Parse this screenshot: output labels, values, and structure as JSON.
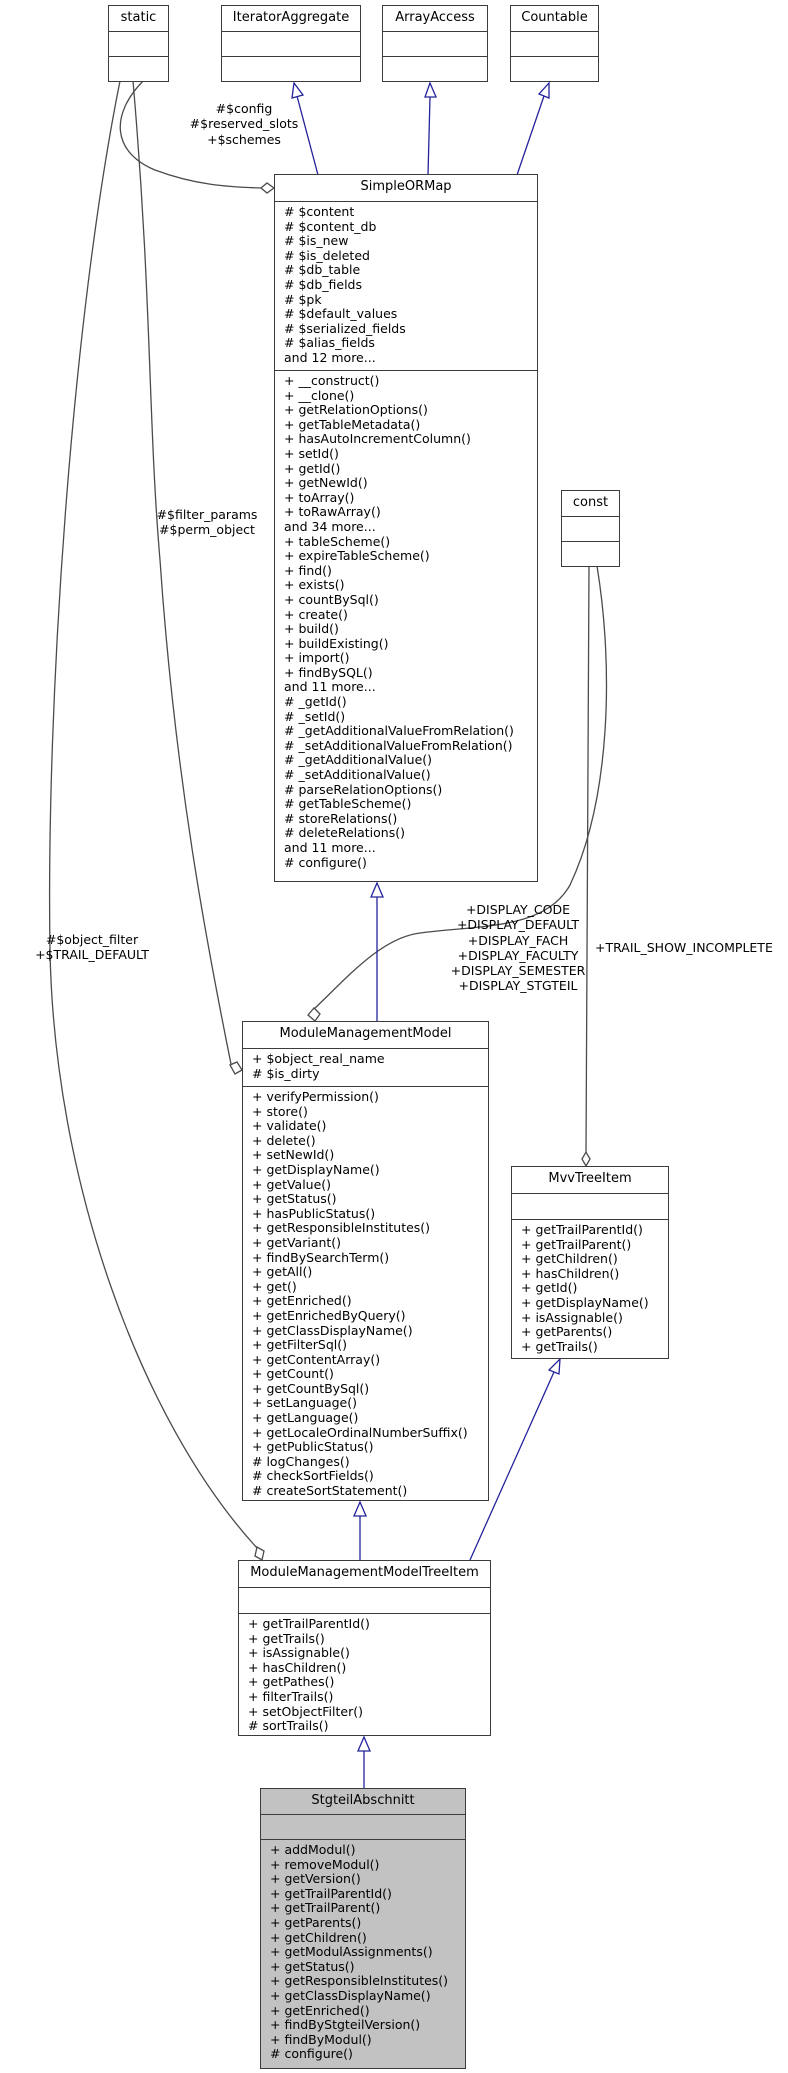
{
  "diagram_title": "UML class diagram",
  "colors": {
    "class_fill": "#ffffff",
    "focus_class_fill": "#c2c2c2",
    "class_border": "#3c3c3c",
    "inheritance_edge": "#23239b",
    "usage_edge": "#4b4b4b",
    "text": "#000000"
  },
  "classes": {
    "static": {
      "title": "static",
      "attributes": [],
      "methods": []
    },
    "iteratoraggregate": {
      "title": "IteratorAggregate",
      "attributes": [],
      "methods": []
    },
    "arrayaccess": {
      "title": "ArrayAccess",
      "attributes": [],
      "methods": []
    },
    "countable": {
      "title": "Countable",
      "attributes": [],
      "methods": []
    },
    "const": {
      "title": "const",
      "attributes": [],
      "methods": []
    },
    "simpleormap": {
      "title": "SimpleORMap",
      "attributes": [
        "# $content",
        "# $content_db",
        "# $is_new",
        "# $is_deleted",
        "# $db_table",
        "# $db_fields",
        "# $pk",
        "# $default_values",
        "# $serialized_fields",
        "# $alias_fields",
        "and 12 more..."
      ],
      "methods": [
        "+ __construct()",
        "+ __clone()",
        "+ getRelationOptions()",
        "+ getTableMetadata()",
        "+ hasAutoIncrementColumn()",
        "+ setId()",
        "+ getId()",
        "+ getNewId()",
        "+ toArray()",
        "+ toRawArray()",
        "and 34 more...",
        "+ tableScheme()",
        "+ expireTableScheme()",
        "+ find()",
        "+ exists()",
        "+ countBySql()",
        "+ create()",
        "+ build()",
        "+ buildExisting()",
        "+ import()",
        "+ findBySQL()",
        "and 11 more...",
        "# _getId()",
        "# _setId()",
        "# _getAdditionalValueFromRelation()",
        "# _setAdditionalValueFromRelation()",
        "# _getAdditionalValue()",
        "# _setAdditionalValue()",
        "# parseRelationOptions()",
        "# getTableScheme()",
        "# storeRelations()",
        "# deleteRelations()",
        "and 11 more...",
        "# configure()"
      ]
    },
    "modulemanagementmodel": {
      "title": "ModuleManagementModel",
      "attributes": [
        "+ $object_real_name",
        "# $is_dirty"
      ],
      "methods": [
        "+ verifyPermission()",
        "+ store()",
        "+ validate()",
        "+ delete()",
        "+ setNewId()",
        "+ getDisplayName()",
        "+ getValue()",
        "+ getStatus()",
        "+ hasPublicStatus()",
        "+ getResponsibleInstitutes()",
        "+ getVariant()",
        "+ findBySearchTerm()",
        "+ getAll()",
        "+ get()",
        "+ getEnriched()",
        "+ getEnrichedByQuery()",
        "+ getClassDisplayName()",
        "+ getFilterSql()",
        "+ getContentArray()",
        "+ getCount()",
        "+ getCountBySql()",
        "+ setLanguage()",
        "+ getLanguage()",
        "+ getLocaleOrdinalNumberSuffix()",
        "+ getPublicStatus()",
        "# logChanges()",
        "# checkSortFields()",
        "# createSortStatement()"
      ]
    },
    "mvvtreeitem": {
      "title": "MvvTreeItem",
      "attributes": [],
      "methods": [
        "+ getTrailParentId()",
        "+ getTrailParent()",
        "+ getChildren()",
        "+ hasChildren()",
        "+ getId()",
        "+ getDisplayName()",
        "+ isAssignable()",
        "+ getParents()",
        "+ getTrails()"
      ]
    },
    "modulemanagementmodeltreeitem": {
      "title": "ModuleManagementModelTreeItem",
      "attributes": [],
      "methods": [
        "+ getTrailParentId()",
        "+ getTrails()",
        "+ isAssignable()",
        "+ hasChildren()",
        "+ getPathes()",
        "+ filterTrails()",
        "+ setObjectFilter()",
        "# sortTrails()"
      ]
    },
    "stgteilabschnitt": {
      "title": "StgteilAbschnitt",
      "attributes": [],
      "methods": [
        "+ addModul()",
        "+ removeModul()",
        "+ getVersion()",
        "+ getTrailParentId()",
        "+ getTrailParent()",
        "+ getParents()",
        "+ getChildren()",
        "+ getModulAssignments()",
        "+ getStatus()",
        "+ getResponsibleInstitutes()",
        "+ getClassDisplayName()",
        "+ getEnriched()",
        "+ findByStgteilVersion()",
        "+ findByModul()",
        "# configure()"
      ]
    }
  },
  "edge_labels": {
    "static_simpleormap": "#$config\n#$reserved_slots\n+$schemes",
    "static_modulemanagementmodel": "#$filter_params\n#$perm_object",
    "static_modulemanagementmodeltreeitem": "#$object_filter\n+$TRAIL_DEFAULT",
    "const_modulemanagementmodel": "+DISPLAY_CODE\n+DISPLAY_DEFAULT\n+DISPLAY_FACH\n+DISPLAY_FACULTY\n+DISPLAY_SEMESTER\n+DISPLAY_STGTEIL",
    "const_mvvtreeitem": "+TRAIL_SHOW_INCOMPLETE"
  }
}
